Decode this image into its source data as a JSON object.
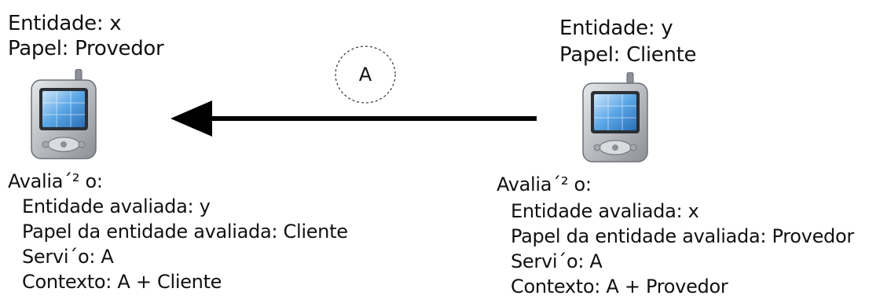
{
  "left_entity": {
    "header": [
      "Entidade: x",
      "Papel: Provedor"
    ],
    "evaluation": {
      "title": "Avalia´² o:",
      "lines": [
        "Entidade avaliada: y",
        "Papel da entidade avaliada: Cliente",
        "Servi´o: A",
        "Contexto: A + Cliente"
      ]
    },
    "icon": "pda-device-icon"
  },
  "right_entity": {
    "header": [
      "Entidade: y",
      "Papel: Cliente"
    ],
    "evaluation": {
      "title": "Avalia´² o:",
      "lines": [
        "Entidade avaliada: x",
        "Papel da entidade avaliada: Provedor",
        "Servi´o: A",
        "Contexto: A + Provedor"
      ]
    },
    "icon": "pda-device-icon"
  },
  "interaction": {
    "label": "A",
    "direction": "right-to-left",
    "icon": "arrow-left-icon"
  },
  "colors": {
    "text": "#111111",
    "arrow": "#000000",
    "device_body": "#b9bcc0",
    "device_screen": "#3f8fd6"
  }
}
